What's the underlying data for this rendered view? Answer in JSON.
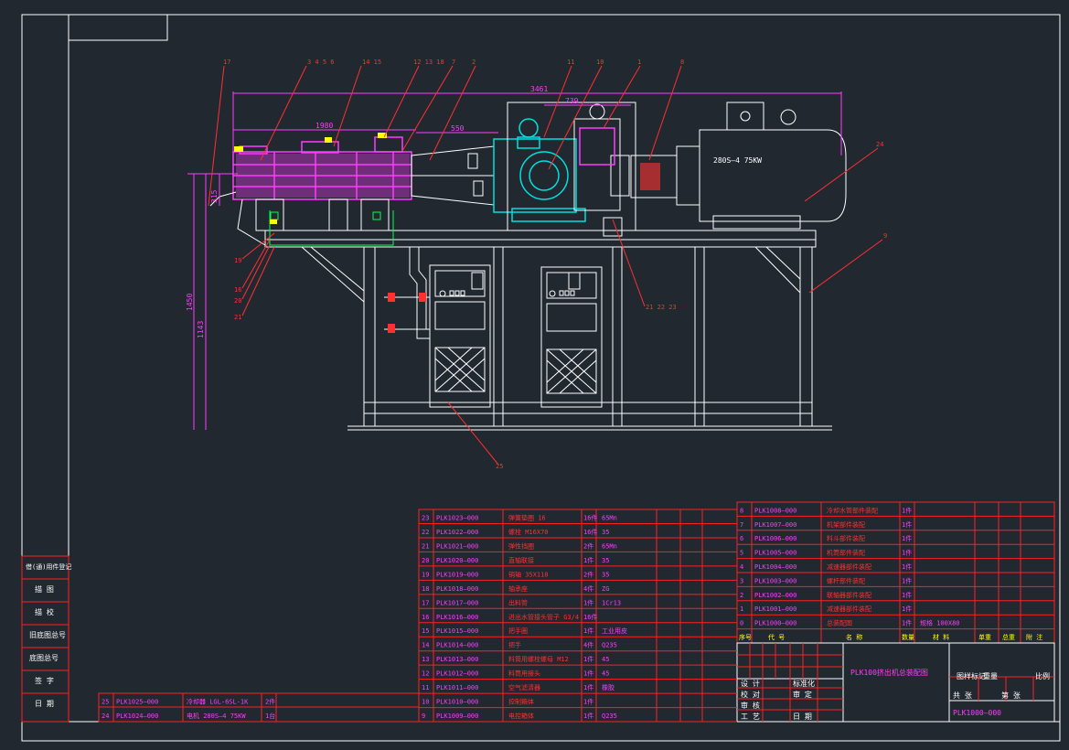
{
  "callouts": [
    "17",
    "3 4 5 6",
    "14 15",
    "12 13 18",
    "7",
    "2",
    "11",
    "10",
    "1",
    "8",
    "24",
    "9",
    "19",
    "16",
    "20",
    "21",
    "21 22 23",
    "25"
  ],
  "dimensions": {
    "overall_length": "3461",
    "d1": "739",
    "d2": "1980",
    "d3": "550",
    "h_total": "1450",
    "h_frame": "1143",
    "h_shaft": "315"
  },
  "motor_label": "280S—4  75KW",
  "parts_left": [
    {
      "no": "23",
      "code": "PLK1023—000",
      "name": "弹簧垫圈  16",
      "qty": "16件",
      "mat": "65Mn"
    },
    {
      "no": "22",
      "code": "PLK1022—000",
      "name": "螺栓  M16X70",
      "qty": "16件",
      "mat": "35"
    },
    {
      "no": "21",
      "code": "PLK1021—000",
      "name": "弹性挡圈",
      "qty": "2件",
      "mat": "65Mn"
    },
    {
      "no": "20",
      "code": "PLK1020—000",
      "name": "直轴联接",
      "qty": "1件",
      "mat": "35"
    },
    {
      "no": "19",
      "code": "PLK1019—000",
      "name": "销轴  35X118",
      "qty": "2件",
      "mat": "35"
    },
    {
      "no": "18",
      "code": "PLK1018—000",
      "name": "轴承座",
      "qty": "4件",
      "mat": "ZG"
    },
    {
      "no": "17",
      "code": "PLK1017—000",
      "name": "出料管",
      "qty": "1件",
      "mat": "1Cr13"
    },
    {
      "no": "16",
      "code": "PLK1016—000",
      "name": "进出水管接头管子  G3/4",
      "qty": "16件",
      "mat": ""
    },
    {
      "no": "15",
      "code": "PLK1015—000",
      "name": "把手圈",
      "qty": "1件",
      "mat": "工业用皮"
    },
    {
      "no": "14",
      "code": "PLK1014—000",
      "name": "把手",
      "qty": "4件",
      "mat": "Q235"
    },
    {
      "no": "13",
      "code": "PLK1013—000",
      "name": "料筒用螺栓螺母 M12",
      "qty": "1件",
      "mat": "45"
    },
    {
      "no": "12",
      "code": "PLK1012—000",
      "name": "料筒用接头",
      "qty": "1件",
      "mat": "45"
    },
    {
      "no": "11",
      "code": "PLK1011—000",
      "name": "空气滤清器",
      "qty": "1件",
      "mat": "橡胶"
    },
    {
      "no": "10",
      "code": "PLK1010—000",
      "name": "控制箱体",
      "qty": "1件",
      "mat": ""
    },
    {
      "no": "9",
      "code": "PLK1009—000",
      "name": "电控箱体",
      "qty": "1件",
      "mat": "Q235"
    }
  ],
  "parts_far_left": [
    {
      "no": "25",
      "code": "PLK1025—000",
      "name": "冷却器  LGL-6SL-1K",
      "qty": "2件"
    },
    {
      "no": "24",
      "code": "PLK1024—000",
      "name": "电机  280S—4 75KW",
      "qty": "1台"
    }
  ],
  "parts_right": [
    {
      "no": "8",
      "code": "PLK1008—000",
      "name": "冷却水管部件装配",
      "qty": "1件",
      "mat": ""
    },
    {
      "no": "7",
      "code": "PLK1007—000",
      "name": "机架部件装配",
      "qty": "1件",
      "mat": ""
    },
    {
      "no": "6",
      "code": "PLK1006—000",
      "name": "料斗部件装配",
      "qty": "1件",
      "mat": ""
    },
    {
      "no": "5",
      "code": "PLK1005—000",
      "name": "机筒部件装配",
      "qty": "1件",
      "mat": ""
    },
    {
      "no": "4",
      "code": "PLK1004—000",
      "name": "减速器部件装配",
      "qty": "1件",
      "mat": ""
    },
    {
      "no": "3",
      "code": "PLK1003—000",
      "name": "螺杆部件装配",
      "qty": "1件",
      "mat": ""
    },
    {
      "no": "2",
      "code": "PLK1002—000",
      "name": "联轴器部件装配",
      "qty": "1件",
      "mat": ""
    },
    {
      "no": "1",
      "code": "PLK1001—000",
      "name": "减速器部件装配",
      "qty": "1件",
      "mat": ""
    },
    {
      "no": "0",
      "code": "PLK1000—000",
      "name": "总装配图",
      "qty": "1件",
      "mat": "规格  100X80"
    }
  ],
  "parts_header": [
    "序号",
    "代  号",
    "名  称",
    "数量",
    "材  料",
    "单重",
    "总重",
    "附  注"
  ],
  "title_block": {
    "drawing_title": "PLK100挤出机总装配图",
    "drawing_no": "PLK1000—000",
    "labels": [
      "设 计",
      "校 对",
      "审 核",
      "工 艺"
    ],
    "labels2": [
      "标准化",
      "审 定",
      "日 期"
    ],
    "marks": [
      "图样标记",
      "重量",
      "比例"
    ],
    "sheets": [
      "共  张",
      "第  张"
    ]
  },
  "side_stamps": [
    "借(通)用件登记",
    "描  图",
    "描  校",
    "旧底图总号",
    "底图总号",
    "签  字",
    "日  期"
  ]
}
